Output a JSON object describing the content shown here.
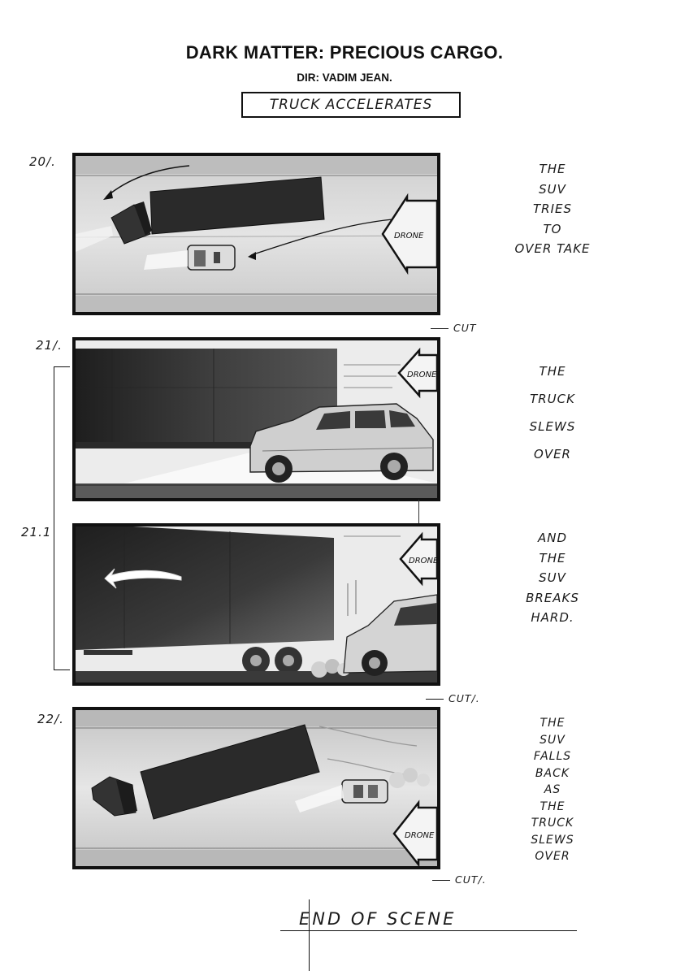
{
  "header": {
    "title": "DARK MATTER: PRECIOUS CARGO.",
    "director": "DIR: VADIM JEAN.",
    "scene_label": "TRUCK ACCELERATES"
  },
  "panels": [
    {
      "shot": "20/.",
      "drone_label": "DRONE",
      "description": [
        "THE",
        "SUV",
        "TRIES",
        "TO",
        "OVER TAKE"
      ],
      "cut": "CUT"
    },
    {
      "shot": "21/.",
      "drone_label": "DRONE",
      "description": [
        "THE",
        "TRUCK",
        "SLEWS",
        "OVER"
      ]
    },
    {
      "shot": "21.1",
      "drone_label": "DRONE",
      "description": [
        "AND",
        "THE",
        "SUV",
        "BREAKS",
        "HARD."
      ],
      "cut": "CUT/."
    },
    {
      "shot": "22/.",
      "drone_label": "DRONE",
      "description": [
        "THE",
        "SUV",
        "FALLS",
        "BACK",
        "AS",
        "THE",
        "TRUCK",
        "SLEWS",
        "OVER"
      ],
      "cut": "CUT/."
    }
  ],
  "footer": {
    "end_text": "END OF SCENE"
  },
  "colors": {
    "ink": "#111111",
    "panel_gray": "#d8d8d8",
    "truck_dark": "#2a2a2a"
  }
}
